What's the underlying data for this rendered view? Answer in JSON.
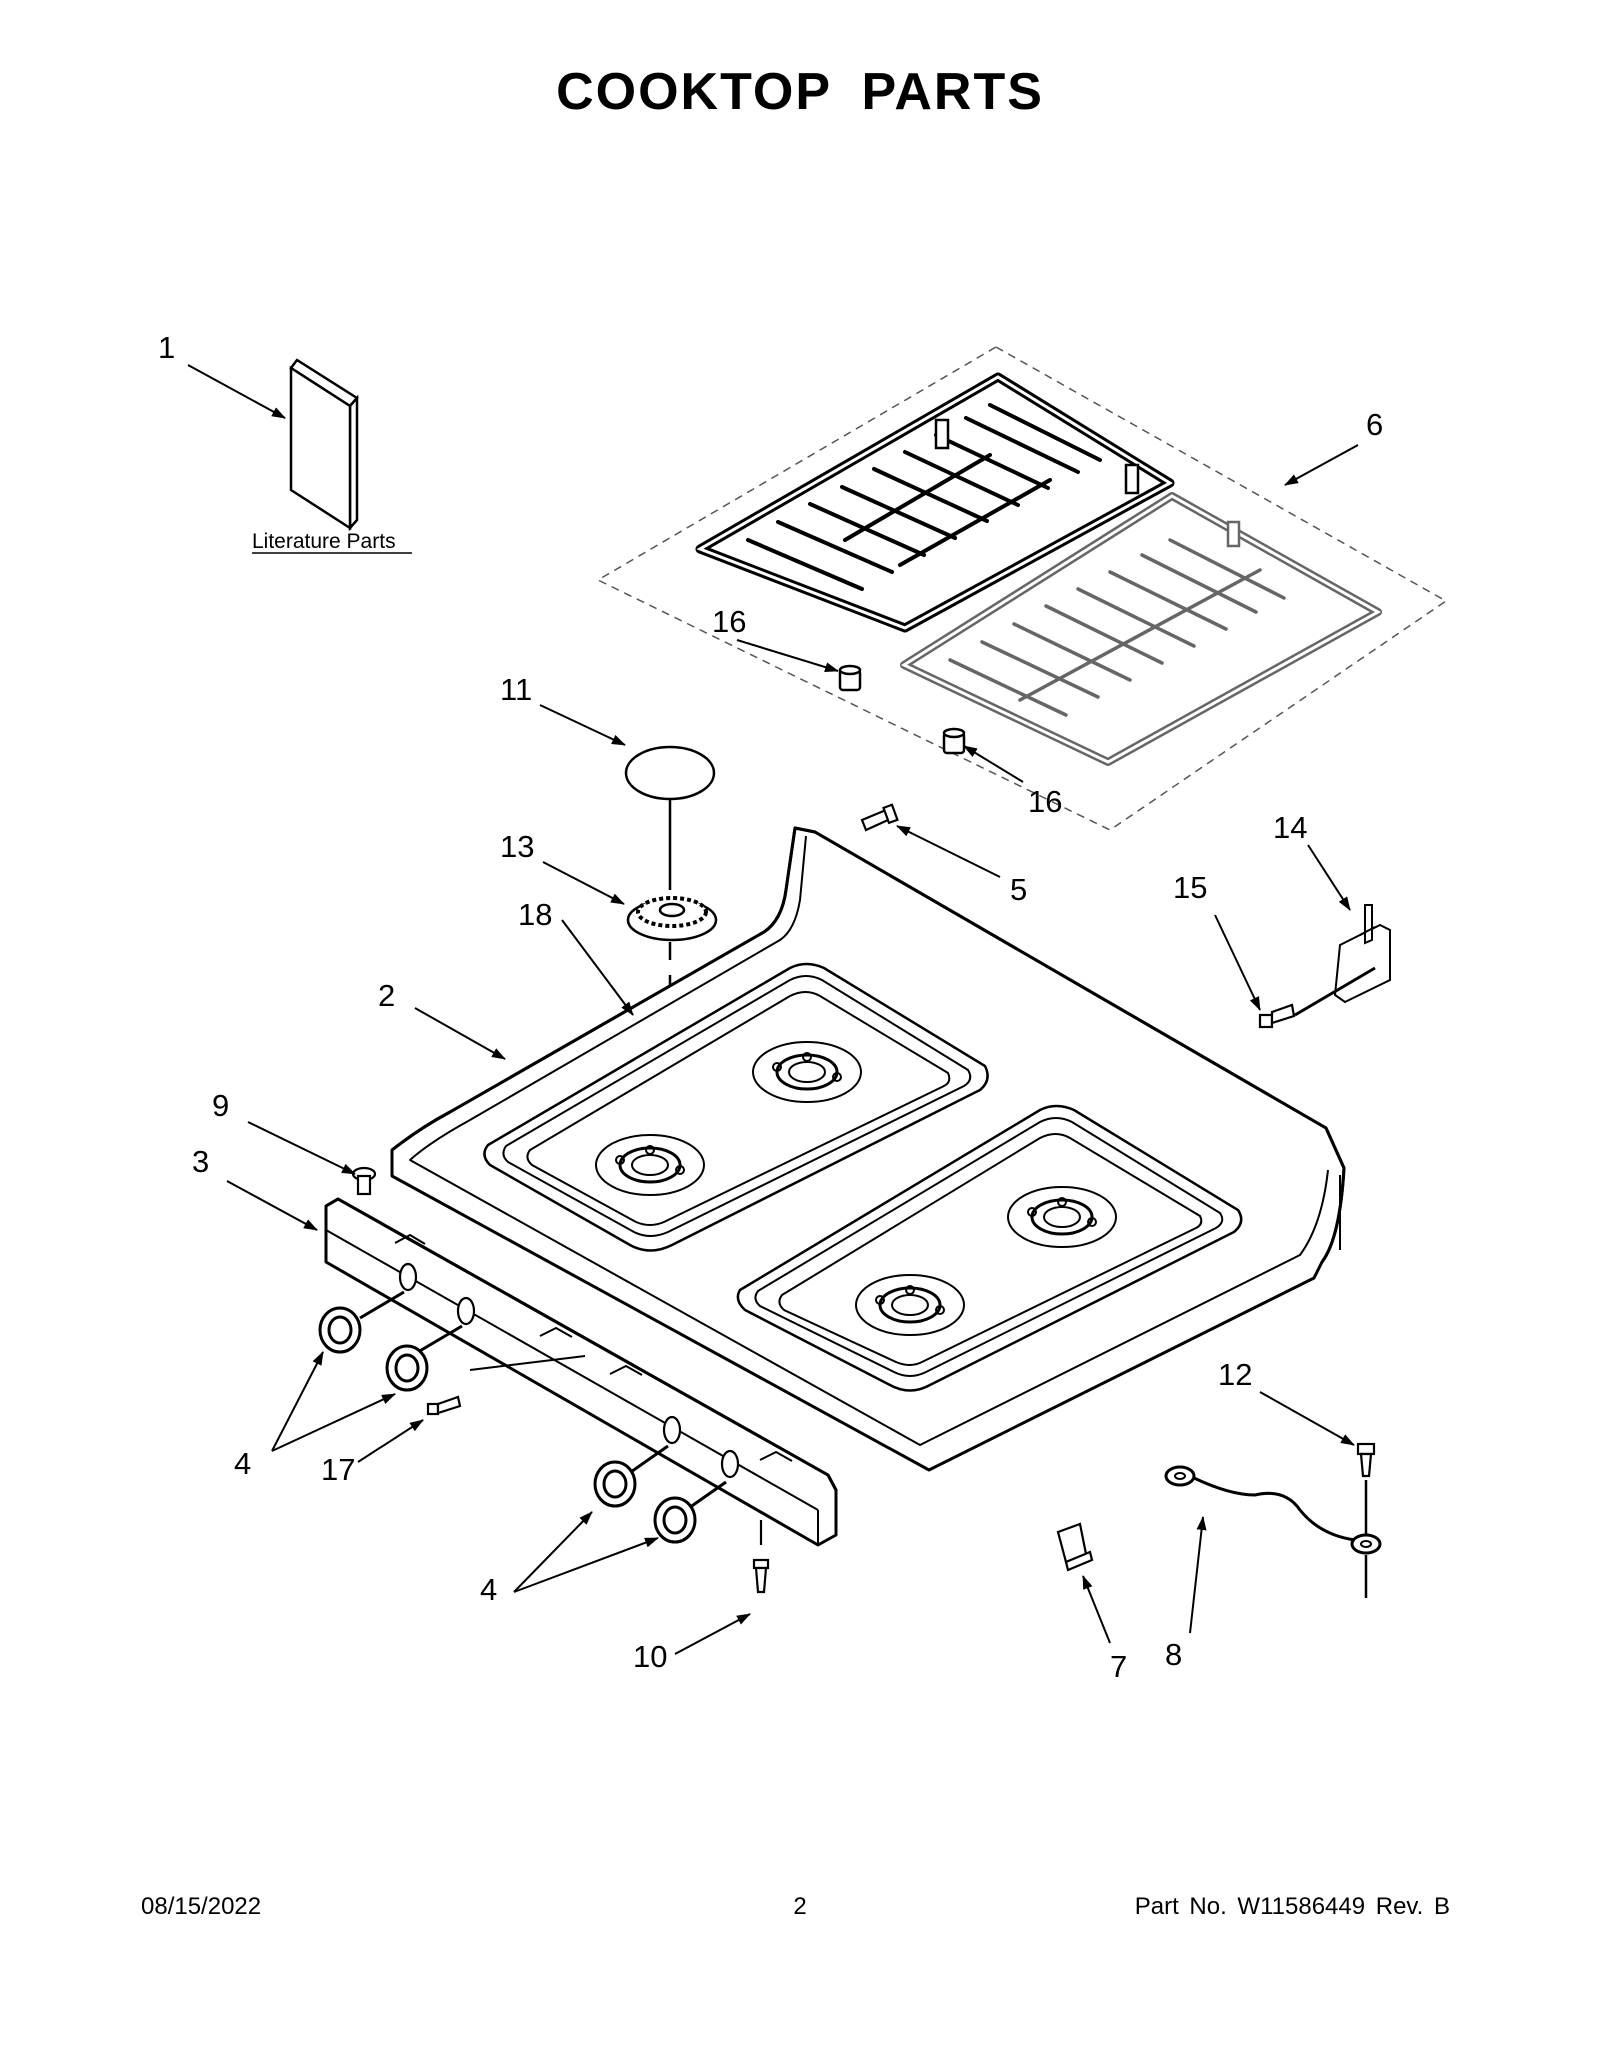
{
  "title": "COOKTOP PARTS",
  "literature_label": "Literature Parts",
  "callouts": [
    "1",
    "2",
    "3",
    "4",
    "4",
    "5",
    "6",
    "7",
    "8",
    "9",
    "10",
    "11",
    "12",
    "13",
    "14",
    "15",
    "16",
    "16",
    "17",
    "18"
  ],
  "footer": {
    "date": "08/15/2022",
    "page": "2",
    "part_number": "Part No.  W11586449  Rev.  B"
  }
}
